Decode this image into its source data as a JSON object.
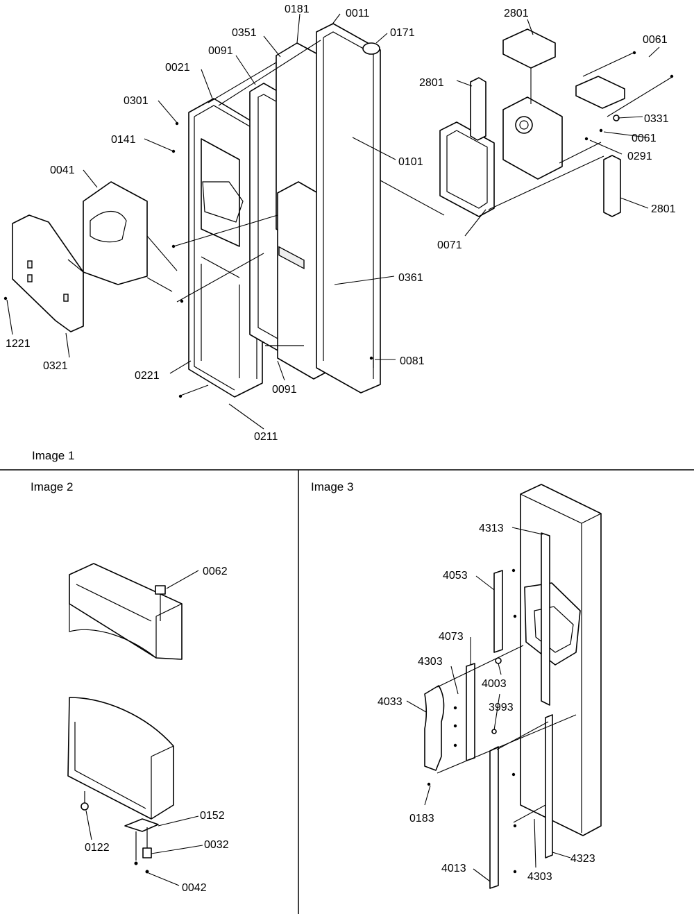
{
  "panels": [
    {
      "id": "image-1",
      "title": "Image 1"
    },
    {
      "id": "image-2",
      "title": "Image 2"
    },
    {
      "id": "image-3",
      "title": "Image 3"
    }
  ],
  "callouts": {
    "image1": [
      "0011",
      "0181",
      "0351",
      "0171",
      "0091",
      "0021",
      "0301",
      "0141",
      "0041",
      "1221",
      "0321",
      "0221",
      "0211",
      "0091",
      "0081",
      "0361",
      "0101",
      "2801",
      "2801",
      "0061",
      "0331",
      "0061",
      "0291",
      "2801",
      "0071"
    ],
    "image2": [
      "0062",
      "0152",
      "0032",
      "0122",
      "0042"
    ],
    "image3": [
      "4313",
      "4053",
      "4073",
      "4303",
      "4003",
      "3993",
      "4033",
      "0183",
      "4013",
      "4303",
      "4323"
    ]
  }
}
